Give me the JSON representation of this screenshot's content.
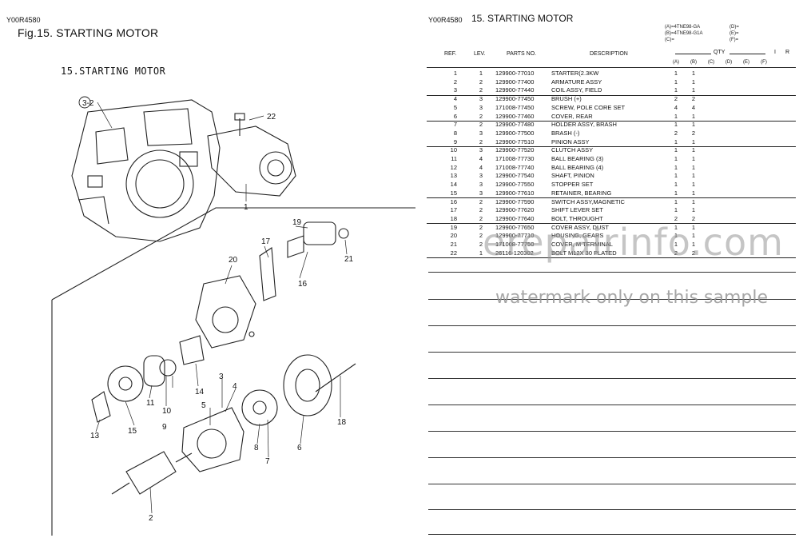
{
  "left": {
    "code": "Y00R4580",
    "title": "Fig.15.  STARTING MOTOR",
    "diagram_heading": "15.STARTING MOTOR",
    "callouts": [
      "3-2",
      "22",
      "1",
      "19",
      "17",
      "20",
      "21",
      "16",
      "11",
      "10",
      "9",
      "14",
      "15",
      "13",
      "3",
      "4",
      "5",
      "8",
      "7",
      "6",
      "18",
      "2"
    ]
  },
  "right": {
    "code": "Y00R4580",
    "title": "15.  STARTING MOTOR",
    "models": {
      "a": "(A)=4TNE98-GA",
      "b": "(B)=4TNE98-G1A",
      "c": "(C)=",
      "d": "(D)=",
      "e": "(E)=",
      "f": "(F)="
    },
    "headers": {
      "ref": "REF.",
      "lev": "LEV.",
      "parts_no": "PARTS NO.",
      "description": "DESCRIPTION",
      "qty": "QTY",
      "i": "I",
      "r": "R",
      "qty_cols": [
        "(A)",
        "(B)",
        "(C)",
        "(D)",
        "(E)",
        "(F)"
      ]
    },
    "rows": [
      {
        "ref": "1",
        "lev": "1",
        "part": "129900-77010",
        "desc": "STARTER(2.3KW",
        "a": "1",
        "b": "1"
      },
      {
        "ref": "2",
        "lev": "2",
        "part": "129900-77400",
        "desc": "ARMATURE ASSY",
        "a": "1",
        "b": "1"
      },
      {
        "ref": "3",
        "lev": "2",
        "part": "129900-77440",
        "desc": "COIL ASSY, FIELD",
        "a": "1",
        "b": "1"
      },
      {
        "ref": "4",
        "lev": "3",
        "part": "129900-77450",
        "desc": "BRUSH (+)",
        "a": "2",
        "b": "2"
      },
      {
        "ref": "5",
        "lev": "3",
        "part": "171008-77450",
        "desc": "SCREW, POLE CORE SET",
        "a": "4",
        "b": "4"
      },
      {
        "ref": "6",
        "lev": "2",
        "part": "129900-77460",
        "desc": "COVER, REAR",
        "a": "1",
        "b": "1"
      },
      {
        "ref": "7",
        "lev": "2",
        "part": "129900-77480",
        "desc": "HOLDER ASSY, BRASH",
        "a": "1",
        "b": "1"
      },
      {
        "ref": "8",
        "lev": "3",
        "part": "129900-77500",
        "desc": "BRASH (-)",
        "a": "2",
        "b": "2"
      },
      {
        "ref": "9",
        "lev": "2",
        "part": "129900-77510",
        "desc": "PINION ASSY",
        "a": "1",
        "b": "1"
      },
      {
        "ref": "10",
        "lev": "3",
        "part": "129900-77520",
        "desc": "CLUTCH ASSY",
        "a": "1",
        "b": "1"
      },
      {
        "ref": "11",
        "lev": "4",
        "part": "171008-77730",
        "desc": "BALL BEARING (3)",
        "a": "1",
        "b": "1"
      },
      {
        "ref": "12",
        "lev": "4",
        "part": "171008-77740",
        "desc": "BALL BEARING (4)",
        "a": "1",
        "b": "1"
      },
      {
        "ref": "13",
        "lev": "3",
        "part": "129900-77540",
        "desc": "SHAFT, PINION",
        "a": "1",
        "b": "1"
      },
      {
        "ref": "14",
        "lev": "3",
        "part": "129900-77550",
        "desc": "STOPPER SET",
        "a": "1",
        "b": "1"
      },
      {
        "ref": "15",
        "lev": "3",
        "part": "129900-77610",
        "desc": "RETAINER, BEARING",
        "a": "1",
        "b": "1"
      },
      {
        "ref": "16",
        "lev": "2",
        "part": "129900-77590",
        "desc": "SWITCH ASSY,MAGNETIC",
        "a": "1",
        "b": "1"
      },
      {
        "ref": "17",
        "lev": "2",
        "part": "129900-77620",
        "desc": "SHIFT LEVER SET",
        "a": "1",
        "b": "1"
      },
      {
        "ref": "18",
        "lev": "2",
        "part": "129900-77640",
        "desc": "BOLT, THROUGHT",
        "a": "2",
        "b": "2"
      },
      {
        "ref": "19",
        "lev": "2",
        "part": "129900-77650",
        "desc": "COVER ASSY, DUST",
        "a": "1",
        "b": "1"
      },
      {
        "ref": "20",
        "lev": "2",
        "part": "129900-77710",
        "desc": "HOUSING, GEARS",
        "a": "1",
        "b": "1"
      },
      {
        "ref": "21",
        "lev": "2",
        "part": "171008-77750",
        "desc": "COVER, M TERMINAL",
        "a": "1",
        "b": "1"
      },
      {
        "ref": "22",
        "lev": "1",
        "part": "26116-120302",
        "desc": "BOLT M12X 30 PLATED",
        "a": "2",
        "b": "2"
      }
    ]
  },
  "watermarks": {
    "site": "erepairinfo.com",
    "note": "watermark only on this sample"
  }
}
